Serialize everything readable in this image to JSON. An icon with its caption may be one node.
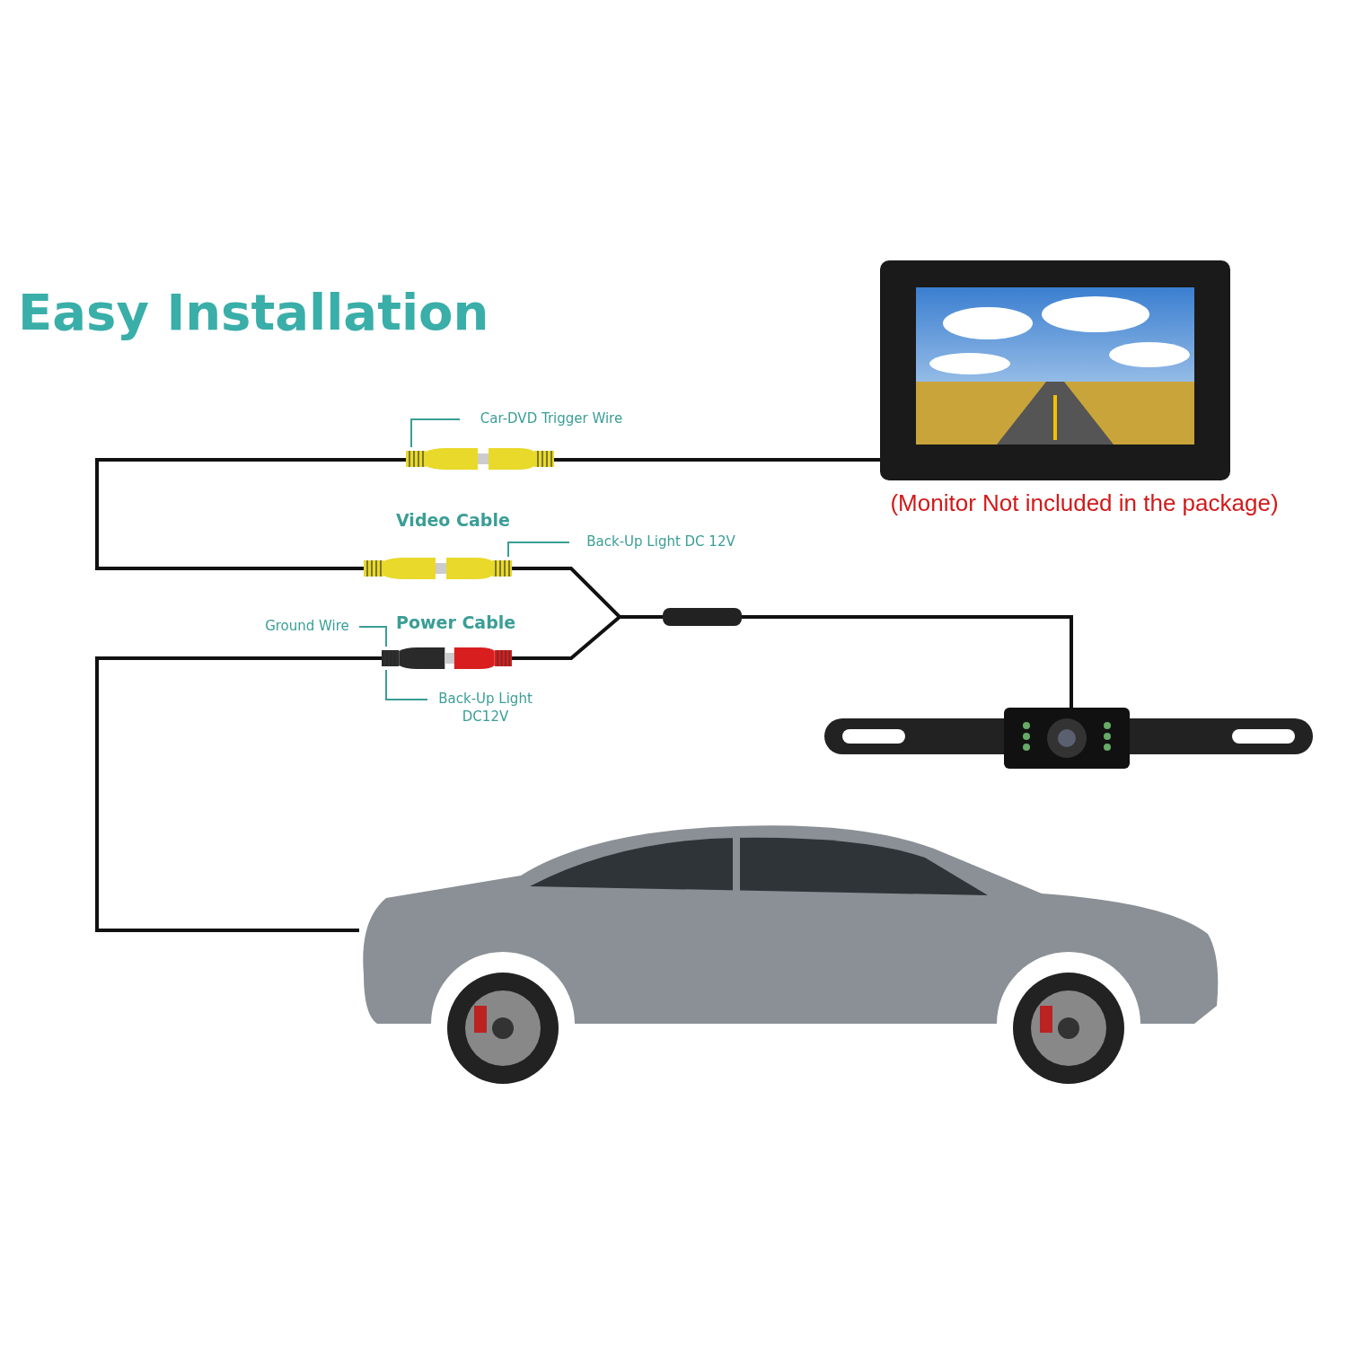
{
  "diagram": {
    "title": "Easy Installation",
    "nodes": [
      {
        "text": [],
        "shape": "picture",
        "beside": [
          "(Monitor Not included in the package)"
        ]
      },
      {
        "text": [],
        "shape": "picture"
      },
      {
        "text": [],
        "shape": "picture"
      },
      {
        "text": [],
        "shape": "picture"
      },
      {
        "text": [],
        "shape": "bar"
      },
      {
        "text": [],
        "shape": "picture"
      },
      {
        "text": [],
        "shape": "picture"
      },
      {
        "text": [
          "Car-DVD Trigger Wire"
        ]
      },
      {
        "text": [
          "Back-Up Light DC 12V"
        ]
      },
      {
        "text": [
          "Ground Wire"
        ]
      },
      {
        "text": [
          "Back-Up Light DC12V"
        ]
      }
    ],
    "edges": [
      {
        "from": 0,
        "to": 1,
        "arrow": "none"
      },
      {
        "from": 1,
        "to": 2,
        "arrow": "none"
      },
      {
        "from": 2,
        "to": 4,
        "arrow": "none"
      },
      {
        "from": 3,
        "to": 4,
        "arrow": "none"
      },
      {
        "from": 4,
        "to": 5,
        "arrow": "none"
      },
      {
        "from": 3,
        "to": 6,
        "arrow": "none"
      },
      {
        "from": 7,
        "to": 1,
        "arrow": "none",
        "color": "#3a9e96"
      },
      {
        "from": 8,
        "to": 2,
        "arrow": "none",
        "color": "#3a9e96"
      },
      {
        "from": 9,
        "to": 3,
        "arrow": "none",
        "color": "#3a9e96"
      },
      {
        "from": 10,
        "to": 3,
        "arrow": "none",
        "color": "#3a9e96"
      }
    ],
    "labels": [
      "Video Cable",
      "Power Cable"
    ]
  }
}
